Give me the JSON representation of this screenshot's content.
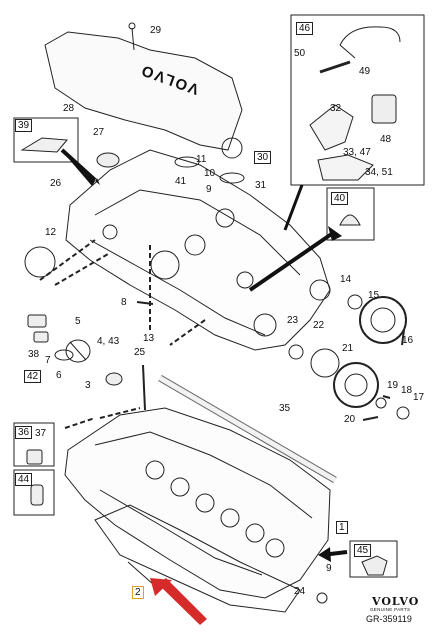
{
  "diagram": {
    "cover_text": "VOLVO",
    "labels": {
      "l1": "1",
      "l2": "2",
      "l3": "3",
      "l4_43": "4, 43",
      "l5": "5",
      "l6": "6",
      "l7": "7",
      "l8": "8",
      "l9": "9",
      "l10": "10",
      "l11": "11",
      "l12": "12",
      "l13": "13",
      "l14": "14",
      "l15": "15",
      "l16": "16",
      "l17": "17",
      "l18": "18",
      "l19": "19",
      "l20": "20",
      "l21": "21",
      "l22": "22",
      "l23": "23",
      "l24": "24",
      "l25": "25",
      "l26": "26",
      "l27": "27",
      "l28": "28",
      "l29": "29",
      "l30": "30",
      "l31": "31",
      "l32": "32",
      "l33_47": "33, 47",
      "l34_51": "34, 51",
      "l35": "35",
      "l36": "36",
      "l37": "37",
      "l38": "38",
      "l39": "39",
      "l40": "40",
      "l41": "41",
      "l42": "42",
      "l44": "44",
      "l45": "45",
      "l46": "46",
      "l48": "48",
      "l49": "49",
      "l50": "50"
    }
  },
  "footer": {
    "brand": "VOLVO",
    "brand_sub": "GENUINE PARTS",
    "ref": "GR-359119"
  },
  "colors": {
    "line": "#222222",
    "highlight_box": "#e0a030",
    "arrow": "#d62b2b"
  }
}
